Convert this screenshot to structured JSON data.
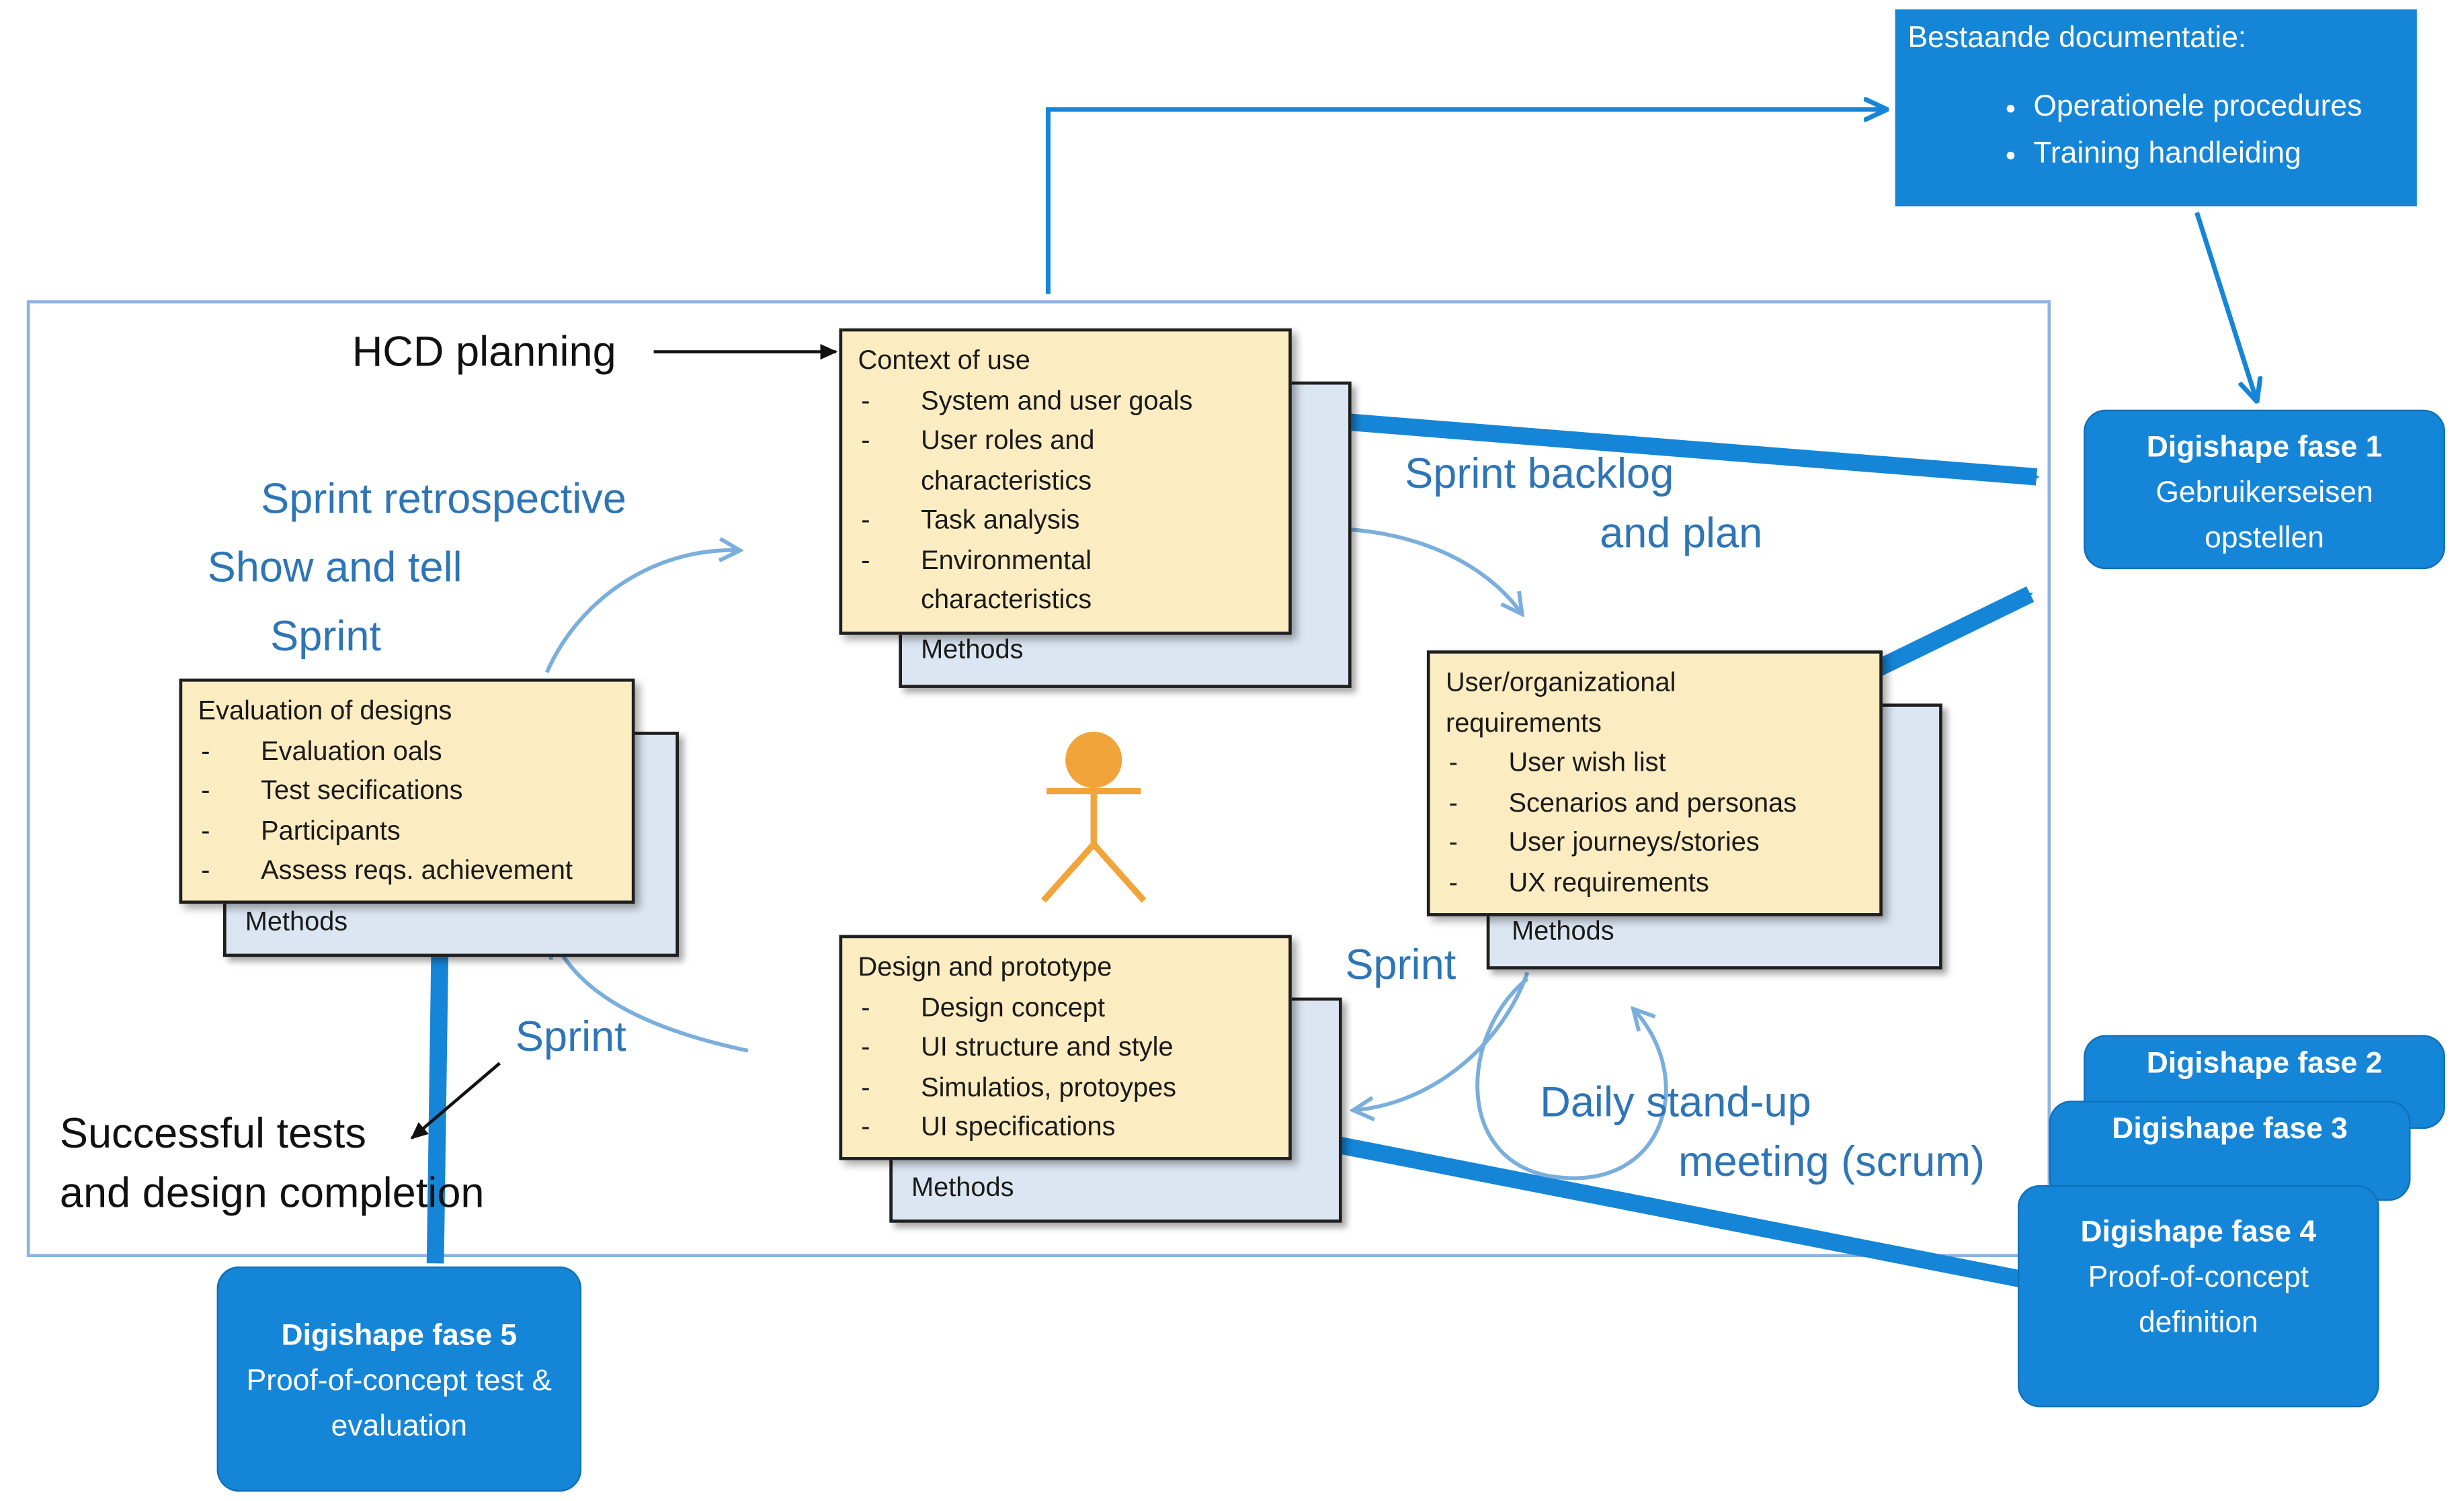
{
  "documentation": {
    "title": "Bestaande documentatie:",
    "items": [
      "Operationele procedures",
      "Training handleiding"
    ]
  },
  "hcd_planning": "HCD planning",
  "cards": {
    "context": {
      "title": "Context of use",
      "items": [
        "System and user goals",
        "User roles and characteristics",
        "Task analysis",
        "Environmental characteristics"
      ],
      "methods": "Methods"
    },
    "requirements": {
      "title": "User/organizational requirements",
      "items": [
        "User wish list",
        "Scenarios and personas",
        "User journeys/stories",
        "UX requirements"
      ],
      "methods": "Methods"
    },
    "design": {
      "title": "Design and prototype",
      "items": [
        "Design concept",
        "UI structure and style",
        "Simulatios, protoypes",
        "UI specifications"
      ],
      "methods": "Methods"
    },
    "evaluation": {
      "title": "Evaluation of designs",
      "items": [
        "Evaluation oals",
        "Test secifications",
        "Participants",
        "Assess reqs. achievement"
      ],
      "methods": "Methods"
    }
  },
  "labels": {
    "sprint_retrospective": "Sprint retrospective",
    "show_and_tell": "Show and tell",
    "sprint_left": "Sprint",
    "sprint_backlog_line1": "Sprint backlog",
    "sprint_backlog_line2": "and plan",
    "sprint_right": "Sprint",
    "sprint_bottom": "Sprint",
    "daily_standup_line1": "Daily stand-up",
    "daily_standup_line2": "meeting (scrum)",
    "successful_line1": "Successful tests",
    "successful_line2": "and design completion"
  },
  "phases": {
    "fase1": {
      "title": "Digishape fase  1",
      "lines": [
        "Gebruikerseisen",
        "opstellen"
      ]
    },
    "fase2": {
      "title": "Digishape fase  2"
    },
    "fase3": {
      "title": "Digishape fase  3"
    },
    "fase4": {
      "title": "Digishape fase  4",
      "lines": [
        "Proof-of-concept",
        "definition"
      ]
    },
    "fase5": {
      "title": "Digishape fase  5",
      "lines": [
        "Proof-of-concept test &",
        "evaluation"
      ]
    }
  },
  "colors": {
    "arrow_blue": "#1585d8",
    "light_arrow": "#7aaedc",
    "card_fill": "#fcecc2",
    "card_back": "#dce6f2",
    "label_blue": "#2e75b6",
    "person": "#f0a43a"
  },
  "icons": {
    "person": "user-stick-figure-icon"
  }
}
